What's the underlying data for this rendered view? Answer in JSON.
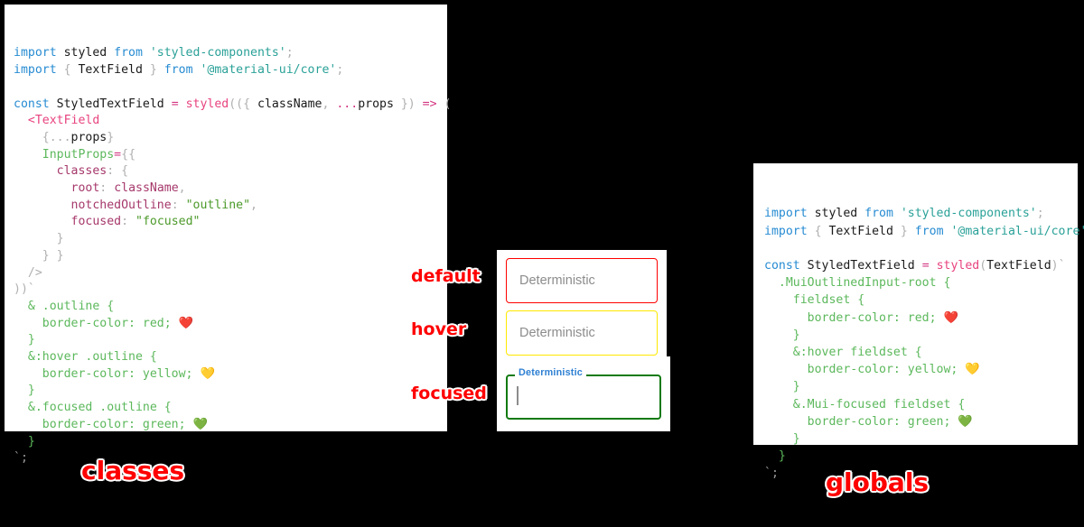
{
  "panels": {
    "classes": {
      "caption": "classes",
      "code_lines": [
        [
          {
            "t": "import ",
            "c": "kw"
          },
          {
            "t": "styled ",
            "c": "plain"
          },
          {
            "t": "from ",
            "c": "kw"
          },
          {
            "t": "'styled-components'",
            "c": "str"
          },
          {
            "t": ";",
            "c": "punct"
          }
        ],
        [
          {
            "t": "import ",
            "c": "kw"
          },
          {
            "t": "{ ",
            "c": "punct"
          },
          {
            "t": "TextField",
            "c": "plain"
          },
          {
            "t": " } ",
            "c": "punct"
          },
          {
            "t": "from ",
            "c": "kw"
          },
          {
            "t": "'@material-ui/core'",
            "c": "str"
          },
          {
            "t": ";",
            "c": "punct"
          }
        ],
        [],
        [
          {
            "t": "const ",
            "c": "kw"
          },
          {
            "t": "StyledTextField ",
            "c": "plain"
          },
          {
            "t": "= ",
            "c": "op"
          },
          {
            "t": "styled",
            "c": "fn"
          },
          {
            "t": "((",
            "c": "punct"
          },
          {
            "t": "{ ",
            "c": "punct"
          },
          {
            "t": "className",
            "c": "plain"
          },
          {
            "t": ", ",
            "c": "punct"
          },
          {
            "t": "...",
            "c": "op"
          },
          {
            "t": "props",
            "c": "plain"
          },
          {
            "t": " }",
            "c": "punct"
          },
          {
            "t": ") ",
            "c": "punct"
          },
          {
            "t": "=> ",
            "c": "op"
          },
          {
            "t": "(",
            "c": "punct"
          }
        ],
        [
          {
            "t": "  <",
            "c": "tag"
          },
          {
            "t": "TextField",
            "c": "tag"
          }
        ],
        [
          {
            "t": "    {...",
            "c": "punct"
          },
          {
            "t": "props",
            "c": "plain"
          },
          {
            "t": "}",
            "c": "punct"
          }
        ],
        [
          {
            "t": "    ",
            "c": "plain"
          },
          {
            "t": "InputProps",
            "c": "attr"
          },
          {
            "t": "=",
            "c": "op"
          },
          {
            "t": "{{",
            "c": "punct"
          }
        ],
        [
          {
            "t": "      ",
            "c": "plain"
          },
          {
            "t": "classes",
            "c": "prop"
          },
          {
            "t": ": ",
            "c": "punct"
          },
          {
            "t": "{",
            "c": "punct"
          }
        ],
        [
          {
            "t": "        ",
            "c": "plain"
          },
          {
            "t": "root",
            "c": "prop"
          },
          {
            "t": ": ",
            "c": "punct"
          },
          {
            "t": "className",
            "c": "prop"
          },
          {
            "t": ",",
            "c": "punct"
          }
        ],
        [
          {
            "t": "        ",
            "c": "plain"
          },
          {
            "t": "notchedOutline",
            "c": "prop"
          },
          {
            "t": ": ",
            "c": "punct"
          },
          {
            "t": "\"outline\"",
            "c": "val"
          },
          {
            "t": ",",
            "c": "punct"
          }
        ],
        [
          {
            "t": "        ",
            "c": "plain"
          },
          {
            "t": "focused",
            "c": "prop"
          },
          {
            "t": ": ",
            "c": "punct"
          },
          {
            "t": "\"focused\"",
            "c": "val"
          }
        ],
        [
          {
            "t": "      }",
            "c": "punct"
          }
        ],
        [
          {
            "t": "    } }",
            "c": "punct"
          }
        ],
        [
          {
            "t": "  />",
            "c": "punct"
          }
        ],
        [
          {
            "t": "))`",
            "c": "punct"
          }
        ],
        [
          {
            "t": "  & .outline {",
            "c": "css"
          }
        ],
        [
          {
            "t": "    border-color: red; ",
            "c": "css"
          },
          {
            "t": "❤️",
            "c": "emoji"
          }
        ],
        [
          {
            "t": "  }",
            "c": "css"
          }
        ],
        [
          {
            "t": "  &:hover .outline {",
            "c": "css"
          }
        ],
        [
          {
            "t": "    border-color: yellow; ",
            "c": "css"
          },
          {
            "t": "💛",
            "c": "emoji"
          }
        ],
        [
          {
            "t": "  }",
            "c": "css"
          }
        ],
        [
          {
            "t": "  &.focused .outline {",
            "c": "css"
          }
        ],
        [
          {
            "t": "    border-color: green; ",
            "c": "css"
          },
          {
            "t": "💚",
            "c": "emoji"
          }
        ],
        [
          {
            "t": "  }",
            "c": "css"
          }
        ],
        [
          {
            "t": "`;",
            "c": "gray"
          }
        ]
      ]
    },
    "globals": {
      "caption": "globals",
      "code_lines": [
        [
          {
            "t": "import ",
            "c": "kw"
          },
          {
            "t": "styled ",
            "c": "plain"
          },
          {
            "t": "from ",
            "c": "kw"
          },
          {
            "t": "'styled-components'",
            "c": "str"
          },
          {
            "t": ";",
            "c": "punct"
          }
        ],
        [
          {
            "t": "import ",
            "c": "kw"
          },
          {
            "t": "{ ",
            "c": "punct"
          },
          {
            "t": "TextField",
            "c": "plain"
          },
          {
            "t": " } ",
            "c": "punct"
          },
          {
            "t": "from ",
            "c": "kw"
          },
          {
            "t": "'@material-ui/core'",
            "c": "str"
          },
          {
            "t": ";",
            "c": "punct"
          }
        ],
        [],
        [
          {
            "t": "const ",
            "c": "kw"
          },
          {
            "t": "StyledTextField ",
            "c": "plain"
          },
          {
            "t": "= ",
            "c": "op"
          },
          {
            "t": "styled",
            "c": "fn"
          },
          {
            "t": "(",
            "c": "punct"
          },
          {
            "t": "TextField",
            "c": "plain"
          },
          {
            "t": ")`",
            "c": "punct"
          }
        ],
        [
          {
            "t": "  .MuiOutlinedInput-root {",
            "c": "css"
          }
        ],
        [
          {
            "t": "    fieldset {",
            "c": "css"
          }
        ],
        [
          {
            "t": "      border-color: red; ",
            "c": "css"
          },
          {
            "t": "❤️",
            "c": "emoji"
          }
        ],
        [
          {
            "t": "    }",
            "c": "css"
          }
        ],
        [
          {
            "t": "    &:hover fieldset {",
            "c": "css"
          }
        ],
        [
          {
            "t": "      border-color: yellow; ",
            "c": "css"
          },
          {
            "t": "💛",
            "c": "emoji"
          }
        ],
        [
          {
            "t": "    }",
            "c": "css"
          }
        ],
        [
          {
            "t": "    &.Mui-focused fieldset {",
            "c": "css"
          }
        ],
        [
          {
            "t": "      border-color: green; ",
            "c": "css"
          },
          {
            "t": "💚",
            "c": "emoji"
          }
        ],
        [
          {
            "t": "    }",
            "c": "css"
          }
        ],
        [
          {
            "t": "  }",
            "c": "css"
          }
        ],
        [
          {
            "t": "`;",
            "c": "gray"
          }
        ]
      ]
    }
  },
  "demo": {
    "fields": {
      "default": {
        "label": "Deterministic",
        "state": "default",
        "border_color": "#ff0000",
        "value": ""
      },
      "hover": {
        "label": "Deterministic",
        "state": "hover",
        "border_color": "#ffe800",
        "value": ""
      },
      "focused": {
        "label": "Deterministic",
        "state": "focused",
        "border_color": "#117a11",
        "label_color": "#2d7fd3",
        "value": ""
      }
    }
  },
  "annotations": {
    "default": "default",
    "hover": "hover",
    "focused": "focused",
    "classes": "classes",
    "globals": "globals",
    "accent": "#ff0000"
  }
}
